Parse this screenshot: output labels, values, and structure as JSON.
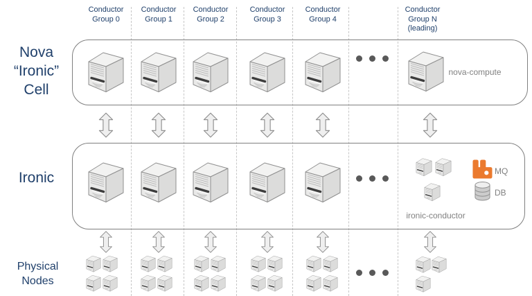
{
  "diagram": {
    "row_labels": {
      "nova_cell": {
        "line1": "Nova",
        "line2": "“Ironic”",
        "line3": "Cell"
      },
      "ironic": {
        "line1": "Ironic"
      },
      "physical_nodes": {
        "line1": "Physical",
        "line2": "Nodes"
      }
    },
    "column_headers": [
      {
        "line1": "Conductor",
        "line2": "Group 0",
        "line3": ""
      },
      {
        "line1": "Conductor",
        "line2": "Group 1",
        "line3": ""
      },
      {
        "line1": "Conductor",
        "line2": "Group 2",
        "line3": ""
      },
      {
        "line1": "Conductor",
        "line2": "Group 3",
        "line3": ""
      },
      {
        "line1": "Conductor",
        "line2": "Group 4",
        "line3": ""
      },
      {
        "line1": "Conductor",
        "line2": "Group N",
        "line3": "(leading)"
      }
    ],
    "annotations": {
      "nova_compute": "nova-compute",
      "ironic_conductor": "ironic-conductor",
      "mq": "MQ",
      "db": "DB"
    },
    "icons": {
      "server": "tower-server-icon",
      "arrow": "double-vertical-arrow-icon",
      "mq": "rabbitmq-icon",
      "db": "database-cylinder-icon",
      "ellipsis": "ellipsis-dots"
    },
    "colors": {
      "heading_text": "#20406b",
      "annotation_text": "#808080",
      "mq_orange": "#eb7a2e",
      "ellipsis_dot": "#595959",
      "box_border": "#7f7f7f"
    }
  }
}
